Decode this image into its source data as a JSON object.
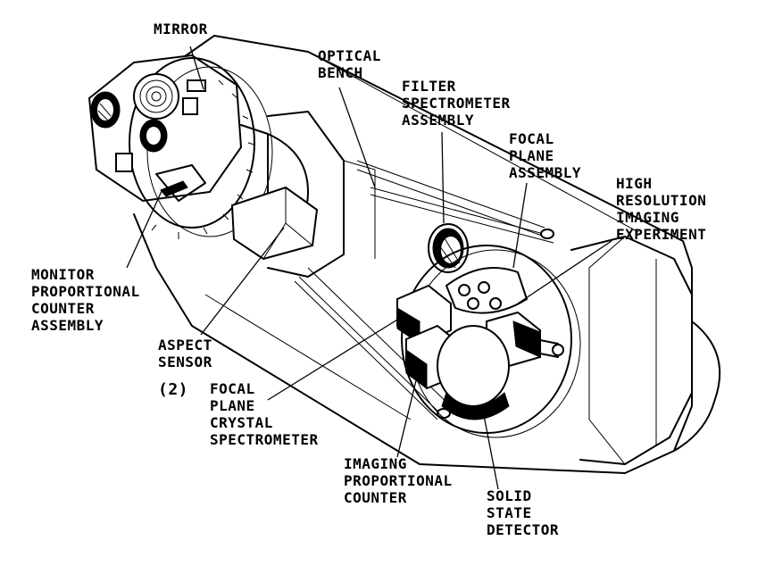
{
  "figure": {
    "labels": [
      {
        "id": "mirror",
        "lines": [
          "MIRROR"
        ]
      },
      {
        "id": "optical-bench",
        "lines": [
          "OPTICAL",
          "BENCH"
        ]
      },
      {
        "id": "filter-spectrometer",
        "lines": [
          "FILTER",
          "SPECTROMETER",
          "ASSEMBLY"
        ]
      },
      {
        "id": "focal-plane-assembly",
        "lines": [
          "FOCAL",
          "PLANE",
          "ASSEMBLY"
        ]
      },
      {
        "id": "high-resolution",
        "lines": [
          "HIGH",
          "RESOLUTION",
          "IMAGING",
          "EXPERIMENT"
        ]
      },
      {
        "id": "monitor-counter",
        "lines": [
          "MONITOR",
          "PROPORTIONAL",
          "COUNTER",
          "ASSEMBLY"
        ]
      },
      {
        "id": "aspect-sensor",
        "lines": [
          "ASPECT",
          "SENSOR",
          "(2)"
        ]
      },
      {
        "id": "crystal-spectrometer",
        "lines": [
          "FOCAL",
          "PLANE",
          "CRYSTAL",
          "SPECTROMETER"
        ]
      },
      {
        "id": "imaging-counter",
        "lines": [
          "IMAGING",
          "PROPORTIONAL",
          "COUNTER"
        ]
      },
      {
        "id": "solid-state",
        "lines": [
          "SOLID",
          "STATE",
          "DETECTOR"
        ]
      }
    ]
  }
}
